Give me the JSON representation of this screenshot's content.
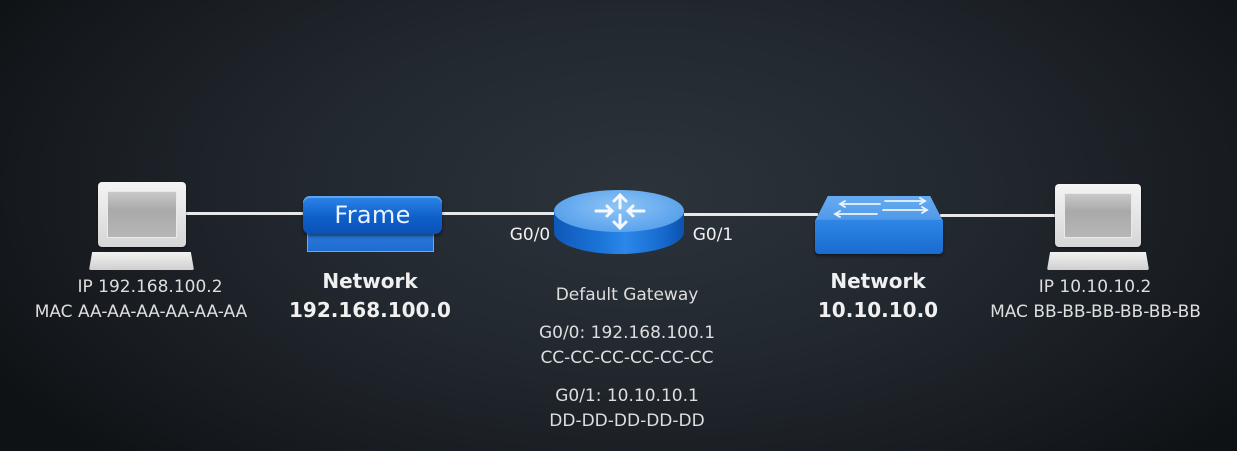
{
  "diagram": {
    "type": "network-topology",
    "colors": {
      "background_center": "#2c333b",
      "background_edge": "#0f1215",
      "link": "#e8e8e8",
      "device_blue": "#1f6cd0",
      "device_blue_light": "#62a8ee",
      "laptop_gray": "#d6d6d6",
      "text": "#e6e6e6"
    },
    "nodes": [
      {
        "id": "host-a",
        "kind": "laptop",
        "icon": "laptop-icon",
        "ip_line": "IP 192.168.100.2",
        "mac_line": "MAC AA-AA-AA-AA-AA-AA"
      },
      {
        "id": "frame",
        "kind": "frame",
        "icon": "frame-icon",
        "label": "Frame"
      },
      {
        "id": "network-a",
        "kind": "network-label",
        "title": "Network",
        "address": "192.168.100.0"
      },
      {
        "id": "router",
        "kind": "router",
        "icon": "router-icon",
        "title": "Default Gateway",
        "port_left": "G0/0",
        "port_right": "G0/1",
        "if0_ip": "G0/0: 192.168.100.1",
        "if0_mac": "CC-CC-CC-CC-CC-CC",
        "if1_ip": "G0/1: 10.10.10.1",
        "if1_mac": "DD-DD-DD-DD-DD"
      },
      {
        "id": "switch",
        "kind": "switch",
        "icon": "switch-icon",
        "title": "Network",
        "address": "10.10.10.0"
      },
      {
        "id": "host-b",
        "kind": "laptop",
        "icon": "laptop-icon",
        "ip_line": "IP 10.10.10.2",
        "mac_line": "MAC BB-BB-BB-BB-BB-BB"
      }
    ],
    "links": [
      {
        "from": "host-a",
        "to": "frame"
      },
      {
        "from": "frame",
        "to": "router",
        "via_port": "G0/0"
      },
      {
        "from": "router",
        "to": "switch",
        "via_port": "G0/1"
      },
      {
        "from": "switch",
        "to": "host-b"
      }
    ]
  }
}
